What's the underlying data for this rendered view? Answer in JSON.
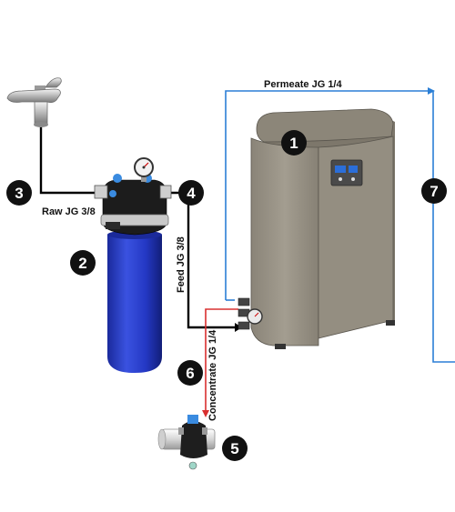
{
  "callouts": {
    "c1": "1",
    "c2": "2",
    "c3": "3",
    "c4": "4",
    "c5": "5",
    "c6": "6",
    "c7": "7"
  },
  "labels": {
    "permeate": "Permeate JG 1/4",
    "raw": "Raw JG 3/8",
    "feed": "Feed JG 3/8",
    "concentrate": "Concentrate JG 1/4"
  },
  "colors": {
    "permeate_line": "#2b7fd6",
    "feed_line": "#000000",
    "concentrate_line": "#d93030",
    "filter_housing": "#2438c4",
    "unit_body": "#9a9487",
    "callout_fill": "#111111"
  },
  "icons": [
    "faucet-icon",
    "filter-housing-icon",
    "pressure-gauge-icon",
    "ro-unit-icon",
    "drain-saddle-icon"
  ]
}
